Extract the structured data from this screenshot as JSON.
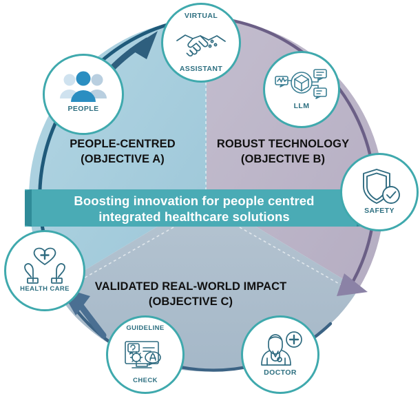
{
  "diagram": {
    "title": "Boosting innovation for people centred integrated healthcare solutions",
    "banner": {
      "line1": "Boosting innovation for people centred",
      "line2": "integrated healthcare solutions",
      "background_color": "#4aabb5",
      "text_color": "#ffffff"
    },
    "segments": [
      {
        "id": "objective-a",
        "heading": "PEOPLE-CENTRED",
        "subheading": "(OBJECTIVE A)",
        "fill_color": "#a8cfdf",
        "outline_color": "#1f5a7a",
        "position": "left"
      },
      {
        "id": "objective-b",
        "heading": "ROBUST TECHNOLOGY",
        "subheading": "(OBJECTIVE B)",
        "fill_color": "#bdb6c9",
        "outline_color": "#6b5f86",
        "position": "right"
      },
      {
        "id": "objective-c",
        "heading": "VALIDATED REAL-WORLD IMPACT",
        "subheading": "(OBJECTIVE C)",
        "fill_color": "#aebfcd",
        "outline_color": "#3c6384",
        "position": "bottom"
      }
    ],
    "badges": [
      {
        "id": "people",
        "label": "PEOPLE",
        "icon": "three-people-icon"
      },
      {
        "id": "virtual-assistant",
        "label_top": "VIRTUAL",
        "label_bottom": "ASSISTANT",
        "icon": "handshake-icon"
      },
      {
        "id": "llm",
        "label": "LLM",
        "icon": "cube-network-icon"
      },
      {
        "id": "safety",
        "label": "SAFETY",
        "icon": "shield-check-icon"
      },
      {
        "id": "doctor",
        "label": "DOCTOR",
        "icon": "doctor-icon"
      },
      {
        "id": "guideline-check",
        "label_top": "GUIDELINE",
        "label_bottom": "CHECK",
        "icon": "monitor-gear-qa-icon"
      },
      {
        "id": "health-care",
        "label": "HEALTH CARE",
        "icon": "hands-heart-cross-icon"
      }
    ],
    "arrows": [
      {
        "id": "arrow-top",
        "direction": "up-right",
        "color": "#2e5f7e"
      },
      {
        "id": "arrow-right",
        "direction": "down-left",
        "color": "#8b82a6"
      },
      {
        "id": "arrow-bottom",
        "direction": "up-left",
        "color": "#4a6f92"
      }
    ],
    "accent_color": "#3fa9ad",
    "caption_color": "#2d6f80"
  }
}
